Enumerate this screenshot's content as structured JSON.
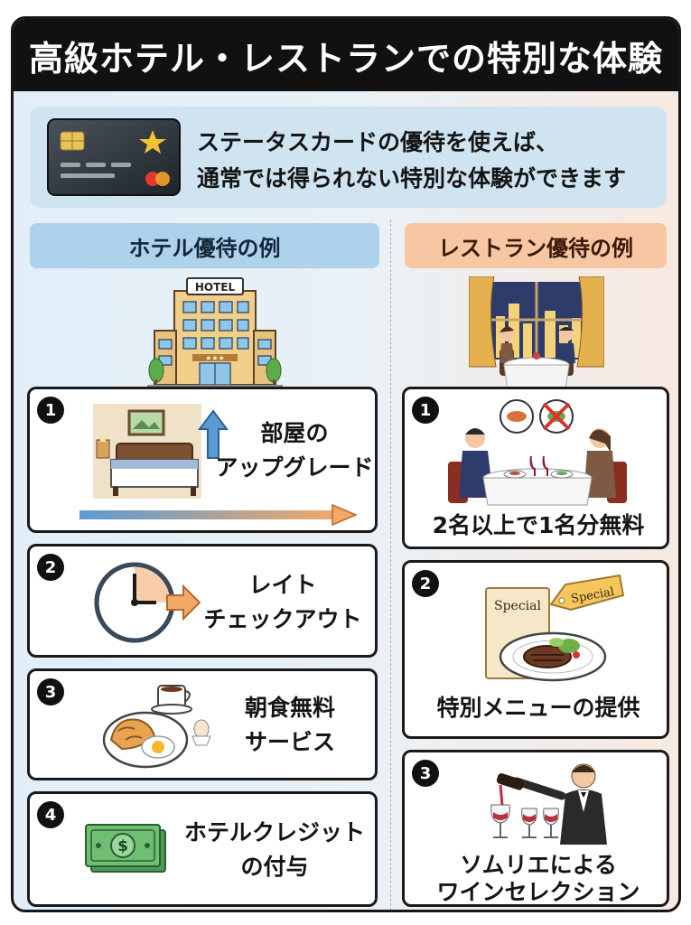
{
  "title": "高級ホテル・レストランでの特別な体験",
  "intro": {
    "line1": "ステータスカードの優待を使えば、",
    "line2": "通常では得られない特別な体験ができます"
  },
  "hotel": {
    "heading": "ホテル優待の例",
    "sign": "HOTEL",
    "stars": "★★★",
    "items": [
      {
        "num": "1",
        "line1": "部屋の",
        "line2": "アップグレード",
        "icon": "room-upgrade-icon"
      },
      {
        "num": "2",
        "line1": "レイト",
        "line2": "チェックアウト",
        "icon": "clock-icon"
      },
      {
        "num": "3",
        "line1": "朝食無料",
        "line2": "サービス",
        "icon": "breakfast-icon"
      },
      {
        "num": "4",
        "line1": "ホテルクレジット",
        "line2": "の付与",
        "icon": "money-icon"
      }
    ]
  },
  "restaurant": {
    "heading": "レストラン優待の例",
    "items": [
      {
        "num": "1",
        "line1": "2名以上で1名分無料",
        "icon": "dining-couple-icon"
      },
      {
        "num": "2",
        "line1": "特別メニューの提供",
        "icon": "special-menu-icon",
        "tag": "Special",
        "menu_text": "Special"
      },
      {
        "num": "3",
        "line1": "ソムリエによる",
        "line2": "ワインセレクション",
        "icon": "sommelier-icon"
      }
    ]
  },
  "colors": {
    "hotel_header": "#aed1ec",
    "restaurant_header": "#f7c7a4",
    "title_bar": "#111111"
  }
}
